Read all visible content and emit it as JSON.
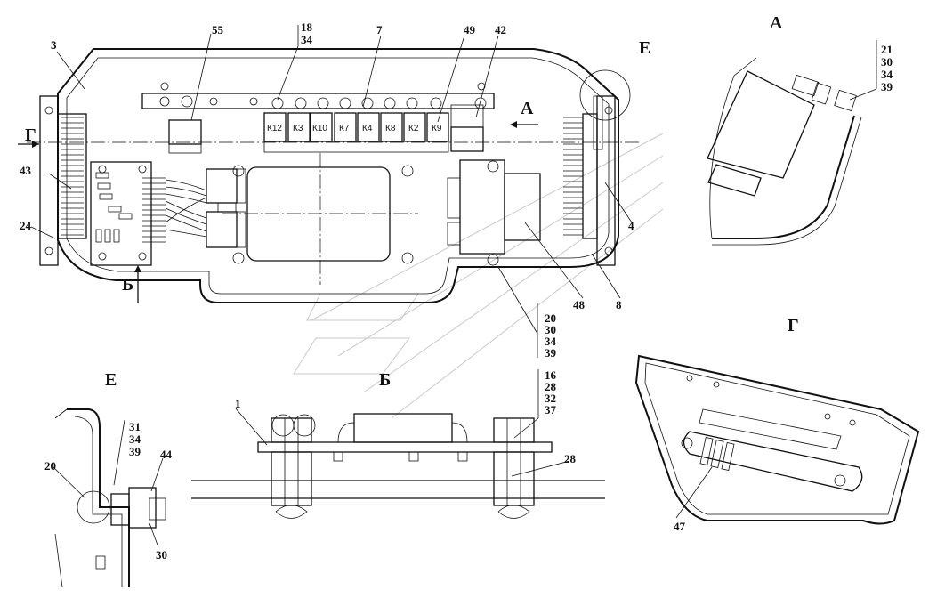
{
  "views": {
    "A": "А",
    "E": "Е",
    "G": "Г",
    "B": "Б"
  },
  "arrows": {
    "left_g": "Г",
    "bottom_b": "Б",
    "right_a": "А"
  },
  "relays": [
    "К12",
    "К3",
    "К10",
    "К7",
    "К4",
    "К8",
    "К2",
    "К9"
  ],
  "callouts": {
    "main": {
      "p3": "3",
      "p55": "55",
      "p18": "18",
      "p34": "34",
      "p7": "7",
      "p49": "49",
      "p42": "42",
      "p43": "43",
      "p24": "24",
      "p4": "4",
      "p48": "48",
      "p8": "8",
      "s20": "20",
      "s30": "30",
      "s34": "34",
      "s39": "39"
    },
    "view_a": {
      "v21": "21",
      "v30": "30",
      "v34": "34",
      "v39": "39"
    },
    "view_b": {
      "p1": "1",
      "p28": "28",
      "s16": "16",
      "s28": "28",
      "s32": "32",
      "s37": "37"
    },
    "view_e": {
      "s31": "31",
      "s34": "34",
      "s39": "39",
      "p20": "20",
      "p44": "44",
      "p30": "30"
    },
    "view_g": {
      "p47": "47"
    }
  }
}
